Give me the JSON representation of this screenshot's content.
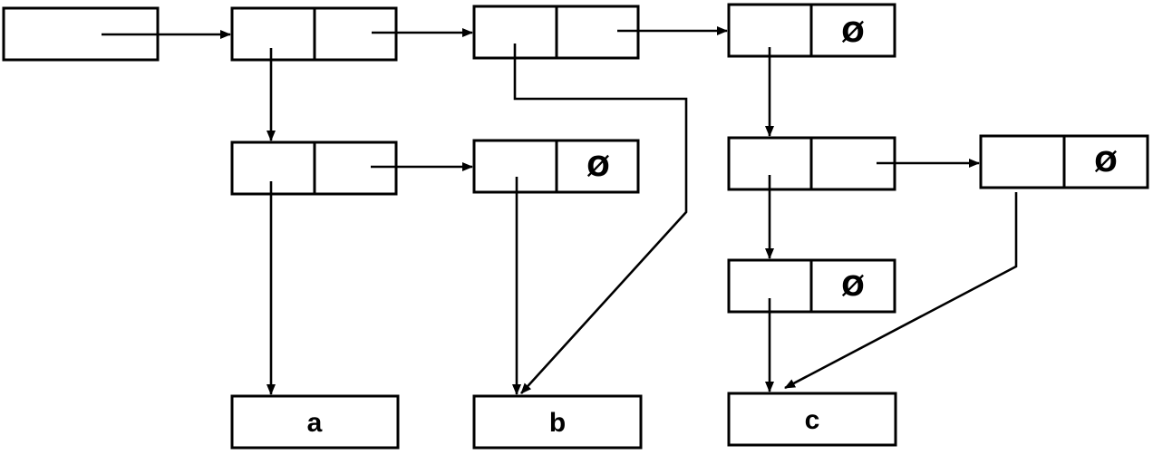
{
  "nil_symbol": "Ø",
  "atoms": {
    "a": "a",
    "b": "b",
    "c": "c"
  }
}
